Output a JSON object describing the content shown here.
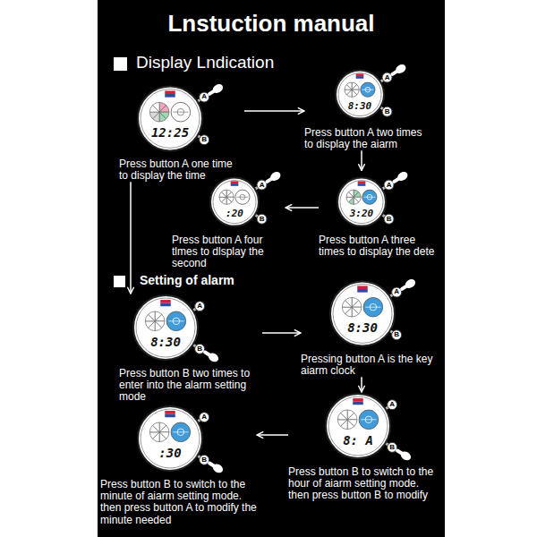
{
  "diagram": {
    "title": "Lnstuction manual",
    "nodes": [
      {
        "text": [
          "12:25",
          "Press button A one time to display the time"
        ]
      },
      {
        "text": [
          "8:30",
          "Press button A two times to display the aiarm"
        ]
      },
      {
        "text": [
          ":20",
          "Press button A four tlmes to dlsplay the second"
        ]
      },
      {
        "text": [
          "3:20",
          "Press button A three times to display the dete"
        ]
      },
      {
        "text": [
          "8:30",
          "Press button B two times to enter into the alarm setting mode"
        ]
      },
      {
        "text": [
          "8:30",
          "Pressing button A is the key aiarm clock"
        ]
      },
      {
        "text": [
          ":30",
          "Press button B to switch to the minute of aiarm setting mode. then press button A to modify the minute needed"
        ]
      },
      {
        "text": [
          "8: A",
          "Press button B to switch to the hour of aiarm setting mode. then press button B to modify"
        ]
      }
    ],
    "edges": [
      {
        "from": 0,
        "to": 1,
        "arrow": "to"
      },
      {
        "from": 1,
        "to": 3,
        "arrow": "to"
      },
      {
        "from": 3,
        "to": 2,
        "arrow": "to"
      },
      {
        "from": 0,
        "to": 4,
        "arrow": "to"
      },
      {
        "from": 4,
        "to": 5,
        "arrow": "to"
      },
      {
        "from": 5,
        "to": 7,
        "arrow": "to"
      },
      {
        "from": 7,
        "to": 6,
        "arrow": "to"
      }
    ],
    "labels": [
      "Display Lndication",
      "A",
      "B",
      "A",
      "B",
      "A",
      "B",
      "A",
      "B",
      "Setting of alarm",
      "A",
      "B",
      "A",
      "B",
      "A",
      "B",
      "A",
      "B"
    ]
  }
}
